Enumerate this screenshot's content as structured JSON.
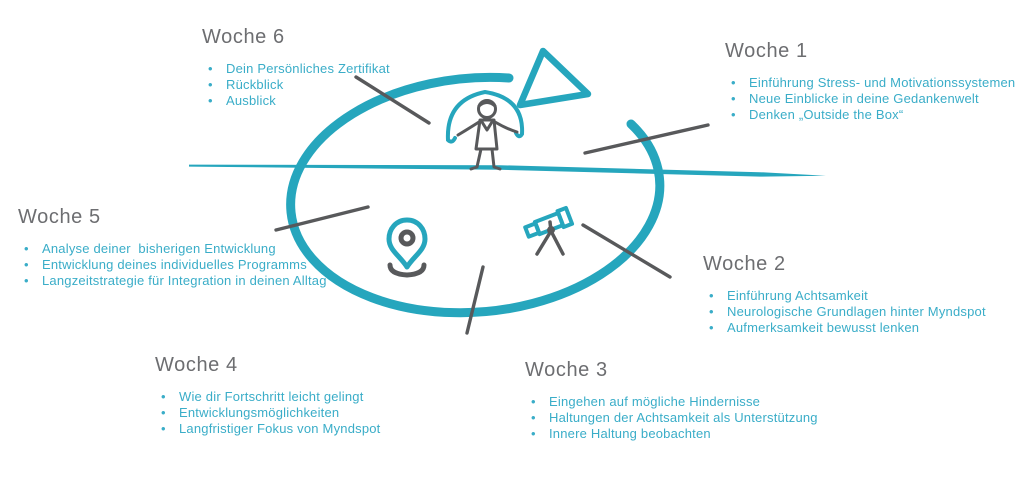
{
  "title": "Myndspot Wochen-Programm Zyklus",
  "palette": {
    "teal_graphic": "#26a6bd",
    "teal_text": "#3aadc8",
    "gray_heading": "#6d6e71",
    "gray_graphic": "#58595b"
  },
  "bullet_char": "•",
  "weeks": [
    {
      "title": "Woche 1",
      "items": [
        "Einführung Stress- und Motivationssystemen",
        "Neue Einblicke in deine Gedankenwelt",
        "Denken „Outside the Box“"
      ]
    },
    {
      "title": "Woche 2",
      "items": [
        "Einführung Achtsamkeit",
        "Neurologische Grundlagen hinter Myndspot",
        "Aufmerksamkeit bewusst lenken"
      ]
    },
    {
      "title": "Woche 3",
      "items": [
        "Eingehen auf mögliche Hindernisse",
        "Haltungen der Achtsamkeit als Unterstützung",
        "Innere Haltung beobachten"
      ]
    },
    {
      "title": "Woche 4",
      "items": [
        "Wie dir Fortschritt leicht gelingt",
        "Entwicklungsmöglichkeiten",
        "Langfristiger Fokus von Myndspot"
      ]
    },
    {
      "title": "Woche 5",
      "items": [
        "Analyse deiner  bisherigen Entwicklung",
        "Entwicklung deines individuelles Programms",
        "Langzeitstrategie für Integration in deinen Alltag"
      ]
    },
    {
      "title": "Woche 6",
      "items": [
        "Dein Persönliches Zertifikat",
        "Rückblick",
        "Ausblick"
      ]
    }
  ],
  "icons": [
    "jump-rope-icon",
    "location-pin-icon",
    "telescope-icon",
    "arrow-head-icon"
  ]
}
